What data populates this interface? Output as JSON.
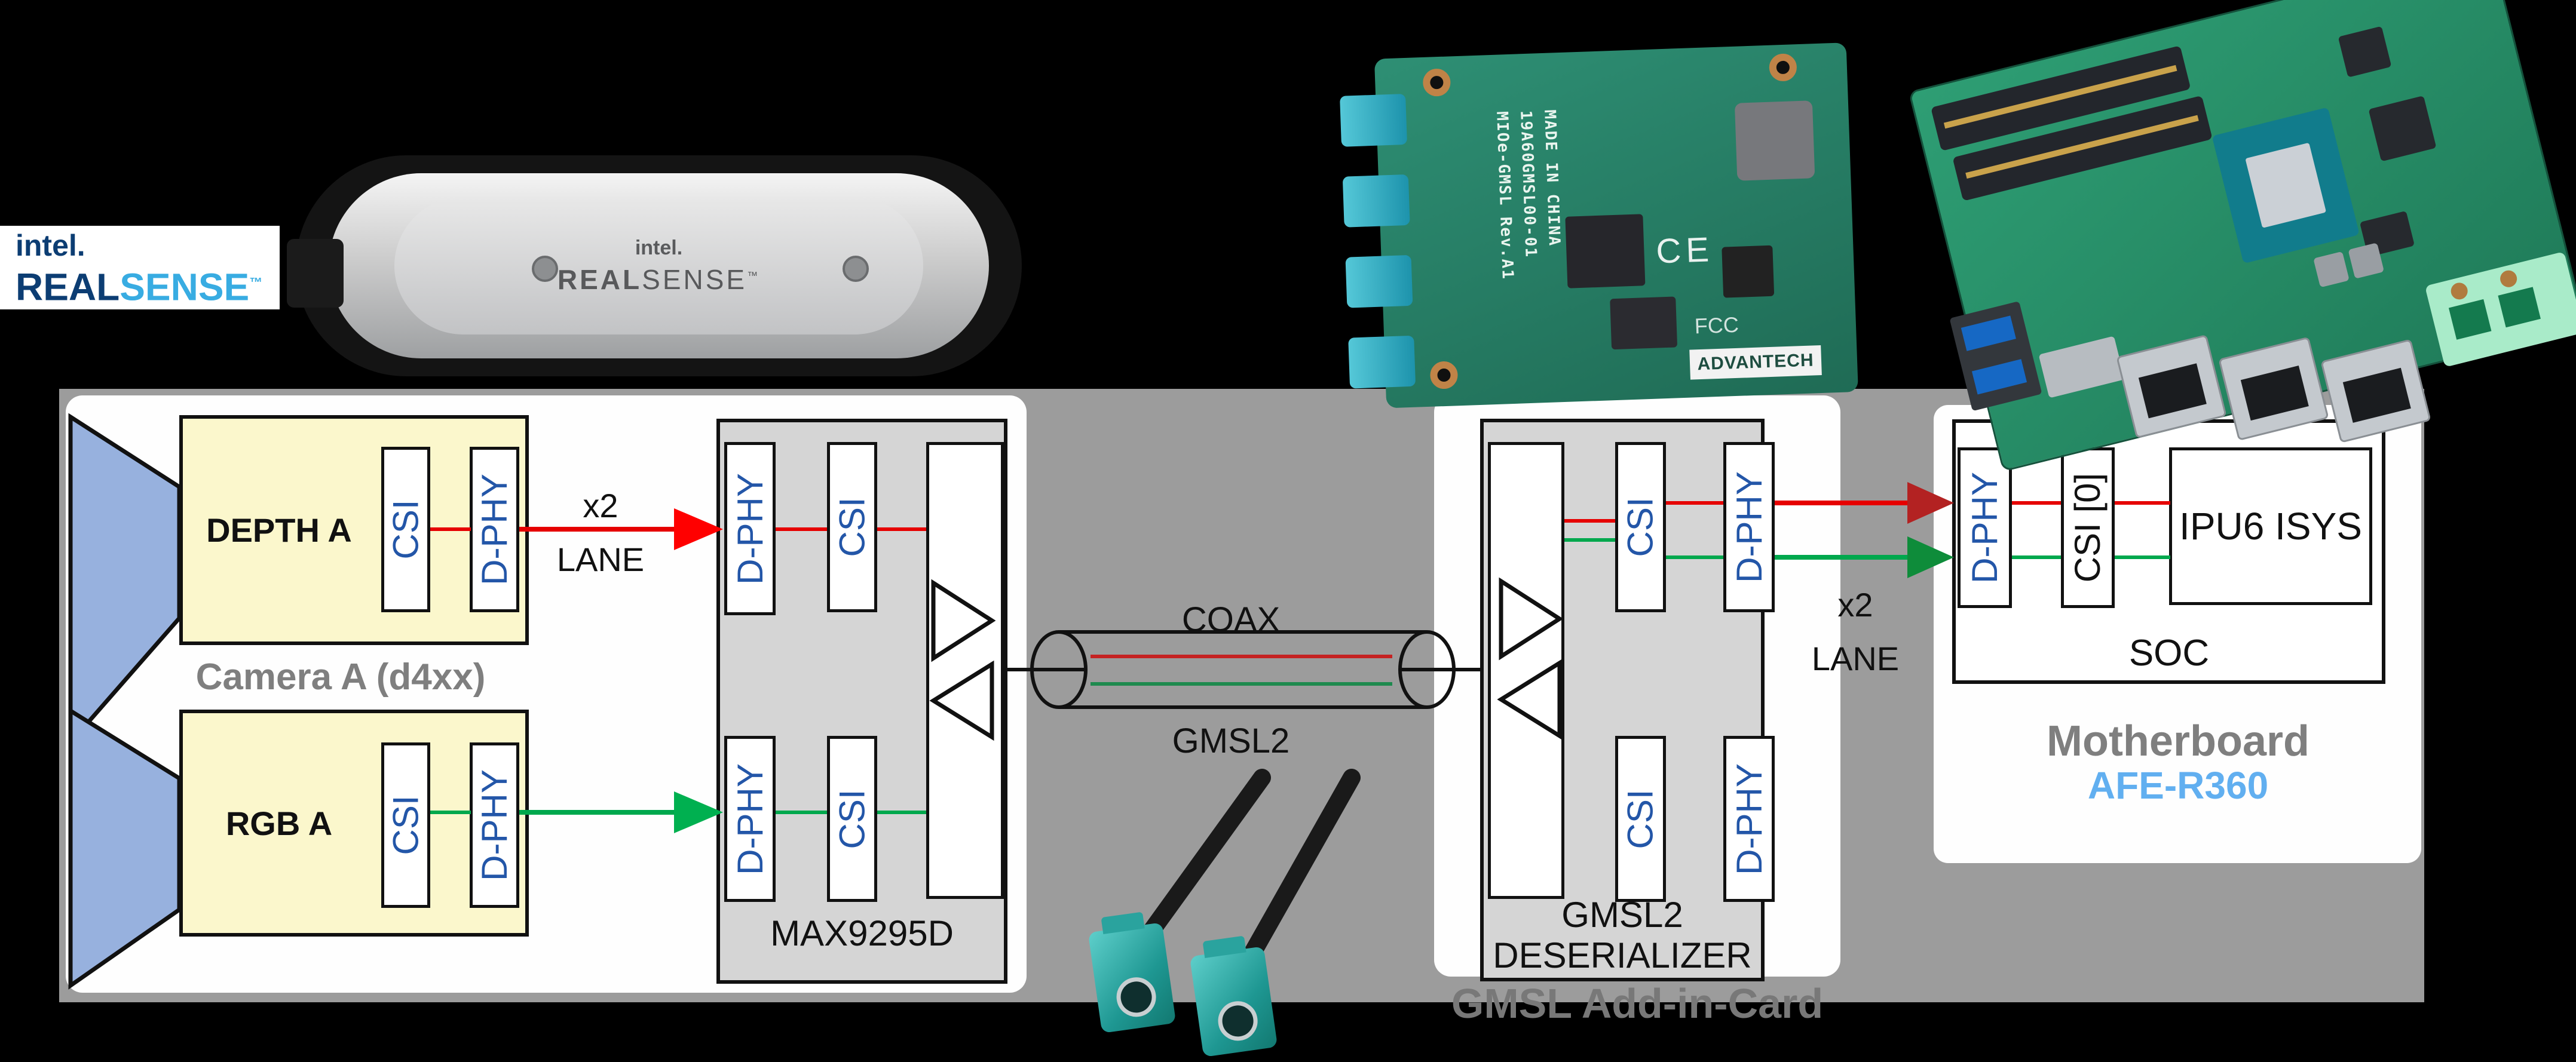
{
  "logo": {
    "intel": "intel.",
    "real": "REAL",
    "sense": "SENSE",
    "tm": "™"
  },
  "camera_photo": {
    "brand_small": "intel.",
    "brand_real": "REAL",
    "brand_sense": "SENSE",
    "tm": "™"
  },
  "advantech": {
    "silk_line1": "MIOe-GMSL Rev.A1",
    "silk_line2": "19A60GMSL00-01",
    "silk_line3": "MADE IN CHINA",
    "ce_mark": "CE",
    "fcc_mark": "FCC",
    "brand": "ADVANTECH"
  },
  "diagram": {
    "camera_caption": "Camera A (d4xx)",
    "depth_title": "DEPTH A",
    "rgb_title": "RGB A",
    "csi": "CSI",
    "dphy": "D-PHY",
    "lane_x2": "x2",
    "lane_word": "LANE",
    "serializer_label": "MAX9295D",
    "coax_label": "COAX",
    "gmsl2_label": "GMSL2",
    "deserializer_line1": "GMSL2",
    "deserializer_line2": "DESERIALIZER",
    "addin_caption": "GMSL Add-in-Card",
    "soc_csi0": "CSI [0]",
    "ipu6": "IPU6 ISYS",
    "soc_label": "SOC",
    "motherboard_name": "Motherboard",
    "motherboard_model": "AFE-R360"
  },
  "colors": {
    "background": "#000000",
    "band_gray": "#9C9C9C",
    "chip_gray": "#D5D5D5",
    "camera_yellow": "#FBF7CC",
    "lens_blue": "#97B1DE",
    "line_red": "#E60000",
    "line_green": "#00A84D",
    "arrow_red_dark": "#B32222",
    "arrow_green_dark": "#0E8C3A",
    "caption_gray": "#7F7F7F",
    "model_blue": "#61AFF0",
    "port_text_blue": "#2356A8",
    "intel_navy": "#0C3D73",
    "sense_blue": "#38ACE2"
  }
}
